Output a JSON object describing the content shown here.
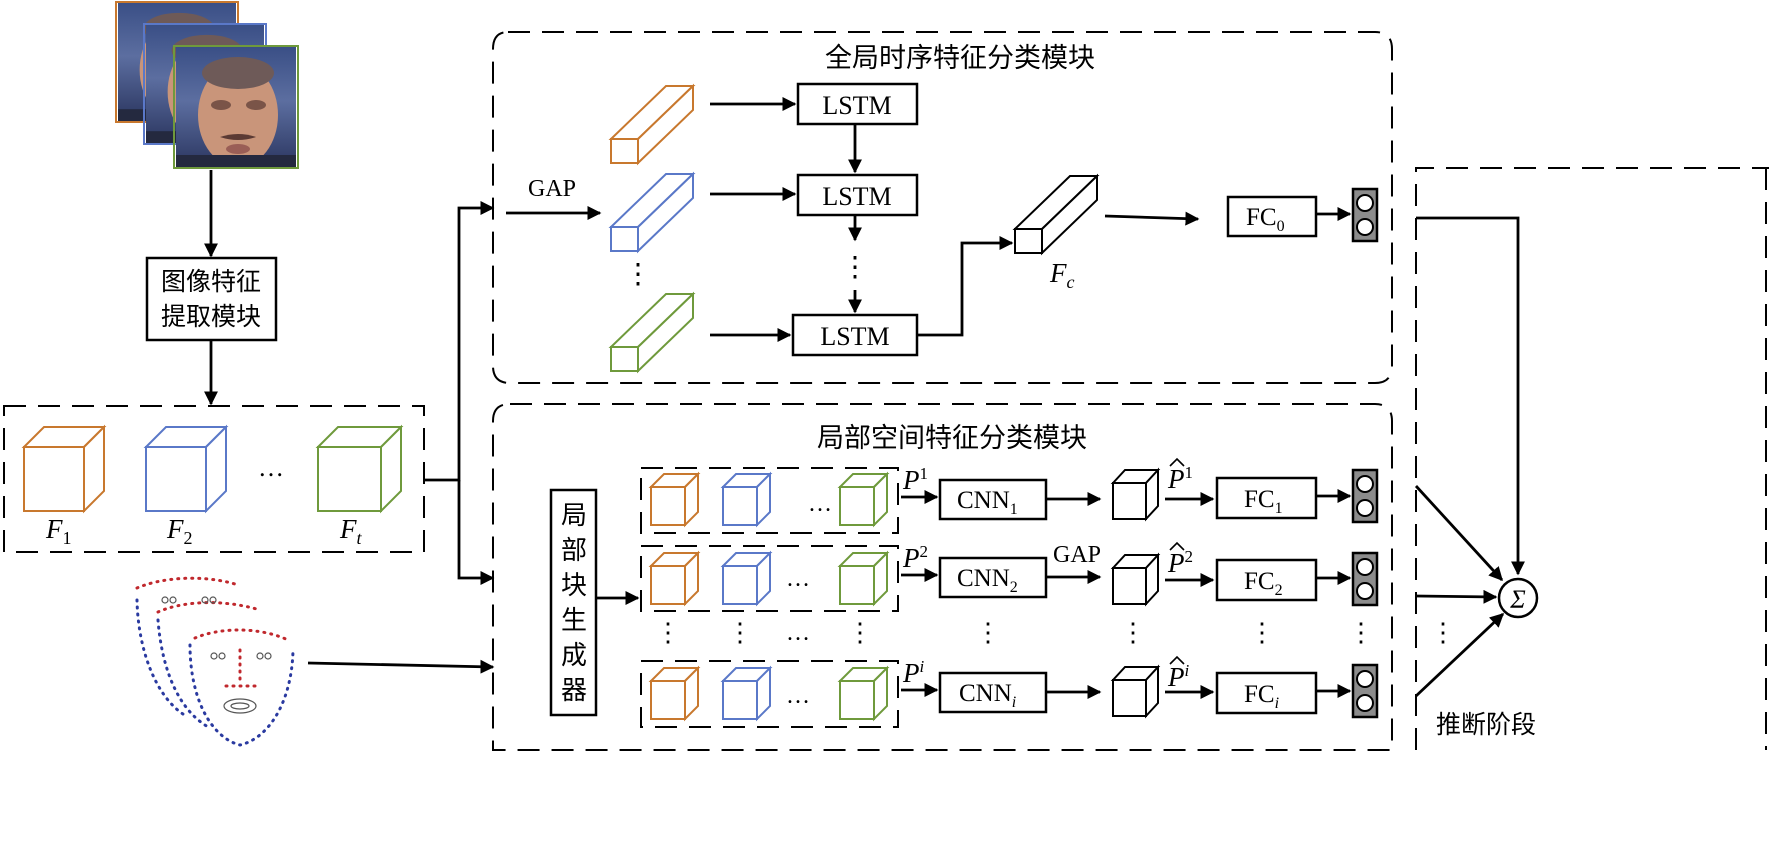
{
  "modules": {
    "global_title": "全局时序特征分类模块",
    "local_title": "局部空间特征分类模块",
    "feature_extract": [
      "图像特征",
      "提取模块"
    ],
    "patch_gen": [
      "局",
      "部",
      "块",
      "生",
      "成",
      "器"
    ],
    "inference": "推断阶段"
  },
  "labels": {
    "lstm": "LSTM",
    "gap": "GAP",
    "fc": "FC",
    "cnn": "CNN",
    "fc_sub0": "0",
    "fc_sub1": "1",
    "fc_sub2": "2",
    "fc_subi": "i",
    "fc_feat": "F",
    "fc_feat_sub": "c",
    "f": "F",
    "f1": "1",
    "f2": "2",
    "ft": "t",
    "p": "P",
    "p1": "1",
    "p2": "2",
    "pi": "i",
    "sigma": "Σ",
    "ellipsis_h": "…",
    "ellipsis_v": "⋮"
  },
  "colors": {
    "orange": "#c8782e",
    "blue": "#5a78c8",
    "green": "#6f9a3c",
    "red_dots": "#c0282d",
    "navy_dots": "#2a3aa0",
    "gray_out": "#8c8c8c"
  }
}
